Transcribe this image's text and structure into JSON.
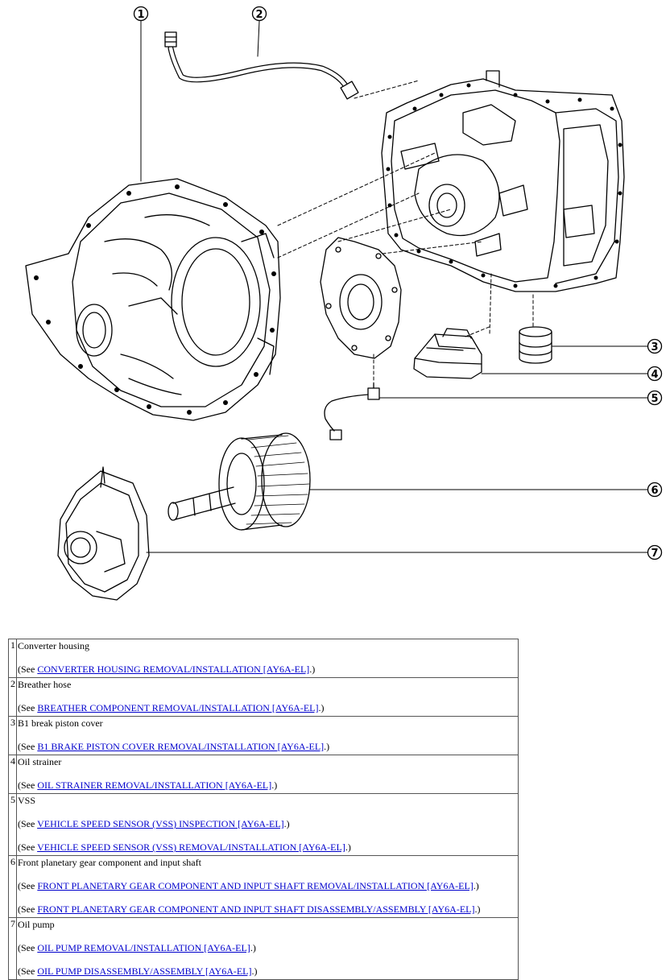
{
  "figure": {
    "callouts": [
      "1",
      "2",
      "3",
      "4",
      "5",
      "6",
      "7"
    ]
  },
  "parts": [
    {
      "number": "1",
      "name": "Converter housing",
      "references": [
        {
          "prefix": "(See ",
          "link": "CONVERTER HOUSING REMOVAL/INSTALLATION [AY6A-EL]",
          "suffix": ".)"
        }
      ]
    },
    {
      "number": "2",
      "name": "Breather hose",
      "references": [
        {
          "prefix": "(See ",
          "link": "BREATHER COMPONENT REMOVAL/INSTALLATION [AY6A-EL]",
          "suffix": ".)"
        }
      ]
    },
    {
      "number": "3",
      "name": "B1 break piston cover",
      "references": [
        {
          "prefix": "(See ",
          "link": "B1 BRAKE PISTON COVER REMOVAL/INSTALLATION [AY6A-EL]",
          "suffix": ".)"
        }
      ]
    },
    {
      "number": "4",
      "name": "Oil strainer",
      "references": [
        {
          "prefix": "(See ",
          "link": "OIL STRAINER REMOVAL/INSTALLATION [AY6A-EL]",
          "suffix": ".)"
        }
      ]
    },
    {
      "number": "5",
      "name": "VSS",
      "references": [
        {
          "prefix": "(See ",
          "link": "VEHICLE SPEED SENSOR (VSS) INSPECTION [AY6A-EL]",
          "suffix": ".)"
        },
        {
          "prefix": "(See ",
          "link": "VEHICLE SPEED SENSOR (VSS) REMOVAL/INSTALLATION [AY6A-EL]",
          "suffix": ".)"
        }
      ]
    },
    {
      "number": "6",
      "name": "Front planetary gear component and input shaft",
      "references": [
        {
          "prefix": "(See ",
          "link": "FRONT PLANETARY GEAR COMPONENT AND INPUT SHAFT REMOVAL/INSTALLATION [AY6A-EL]",
          "suffix": ".)"
        },
        {
          "prefix": "(See ",
          "link": "FRONT PLANETARY GEAR COMPONENT AND INPUT SHAFT DISASSEMBLY/ASSEMBLY [AY6A-EL]",
          "suffix": ".)"
        }
      ]
    },
    {
      "number": "7",
      "name": "Oil pump",
      "references": [
        {
          "prefix": "(See ",
          "link": "OIL PUMP REMOVAL/INSTALLATION [AY6A-EL]",
          "suffix": ".)"
        },
        {
          "prefix": "(See ",
          "link": "OIL PUMP DISASSEMBLY/ASSEMBLY [AY6A-EL]",
          "suffix": ".)"
        }
      ]
    }
  ]
}
